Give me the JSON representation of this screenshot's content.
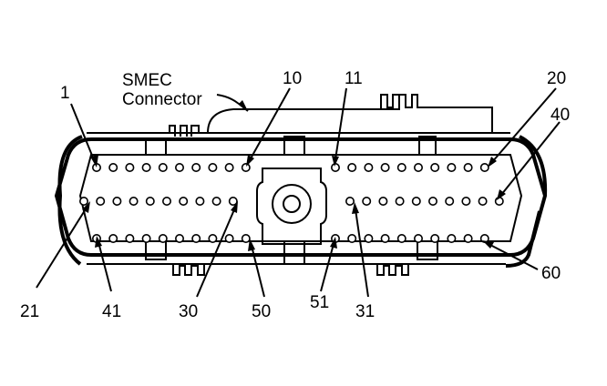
{
  "title_line1": "SMEC",
  "title_line2": "Connector",
  "labels": {
    "p1": "1",
    "p10": "10",
    "p11": "11",
    "p20": "20",
    "p21": "21",
    "p30": "30",
    "p31": "31",
    "p40": "40",
    "p41": "41",
    "p50": "50",
    "p51": "51",
    "p60": "60"
  },
  "rows": [
    {
      "name": "row-1-20",
      "first": 1,
      "last": 20
    },
    {
      "name": "row-21-40",
      "first": 21,
      "last": 40
    },
    {
      "name": "row-41-60",
      "first": 41,
      "last": 60
    }
  ]
}
